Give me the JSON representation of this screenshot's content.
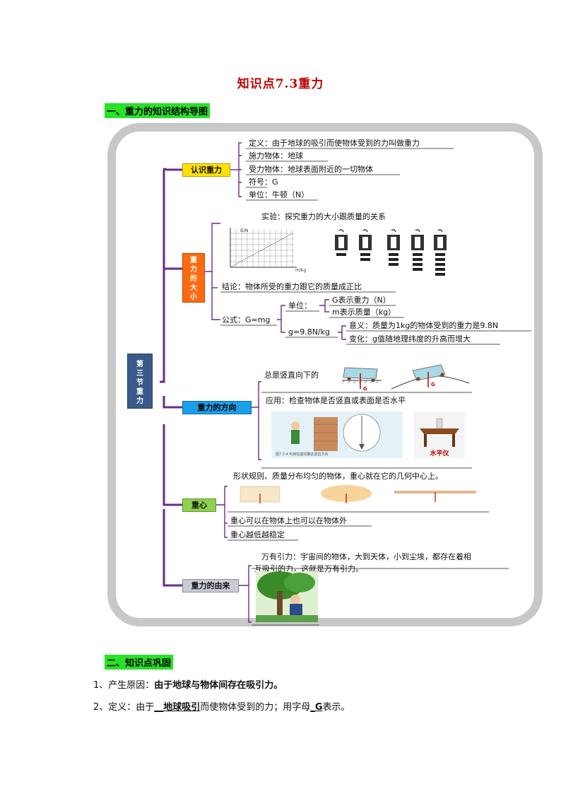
{
  "title": "知识点7.3重力",
  "section1": {
    "heading": "一、重力的知识结构导图"
  },
  "root": {
    "label": "第三节重力",
    "chars": [
      "第",
      "三",
      "节",
      "重",
      "力"
    ]
  },
  "branch1": {
    "label": "认识重力",
    "items": [
      "定义：由于地球的吸引而使物体受到的力叫做重力",
      "施力物体：地球",
      "受力物体：地球表面附近的一切物体",
      "符号：G",
      "单位：牛顿（N）"
    ]
  },
  "branch2": {
    "label": "重力的大小",
    "label_chars": [
      "重",
      "力",
      "的",
      "大",
      "小"
    ],
    "experiment": "实验：探究重力的大小跟质量的关系",
    "graph_y_label": "G/N",
    "graph_x_label": "m/kg",
    "conclusion": "结论：物体所受的重力跟它的质量成正比",
    "formula": "公式：G=mg",
    "unit_label": "单位：",
    "unit_g": "G表示重力（N）",
    "unit_m": "m表示质量（kg）",
    "g_value": "g=9.8N/kg",
    "meaning": "意义：质量为1kg的物体受到的重力是9.8N",
    "change": "变化：g值随地理纬度的升高而增大"
  },
  "branch3": {
    "label": "重力的方向",
    "direction": "总是竖直向下的",
    "application": "应用：检查物体是否竖直或表面是否水平",
    "caption": "图7.3-4 利用铅垂线确定竖直方向",
    "level_label": "水平仪",
    "force_label": "G"
  },
  "branch4": {
    "label": "重心",
    "desc": "形状规则、质量分布均匀的物体，重心就在它的几何中心上。",
    "item1": "重心可以在物体上也可以在物体外",
    "item2": "重心越低越稳定"
  },
  "branch5": {
    "label": "重力的由来",
    "line1": "万有引力：宇宙间的物体，大到天体，小到尘埃，都存在着相",
    "line2": "互吸引的力，这就是万有引力。"
  },
  "section2": {
    "heading": "二、知识点巩固",
    "p1_prefix": "1、产生原因：",
    "p1_bold": "由于地球与物体间存在吸引力。",
    "p2_prefix": "2、定义：由于",
    "p2_blank1": "__地球吸引",
    "p2_mid": "而使物体受到的力；用字母",
    "p2_blank2": "_G",
    "p2_suffix": "表示。"
  },
  "colors": {
    "branch_line": "#6b2a8a",
    "root_bg": "#3a5a8a",
    "yellow": "#ffe100",
    "orange": "#ff6a10",
    "blue": "#1aa0e8",
    "green": "#8fd14f",
    "gray": "#c9cdd3",
    "highlight": "#27e227",
    "title": "#c00000"
  }
}
